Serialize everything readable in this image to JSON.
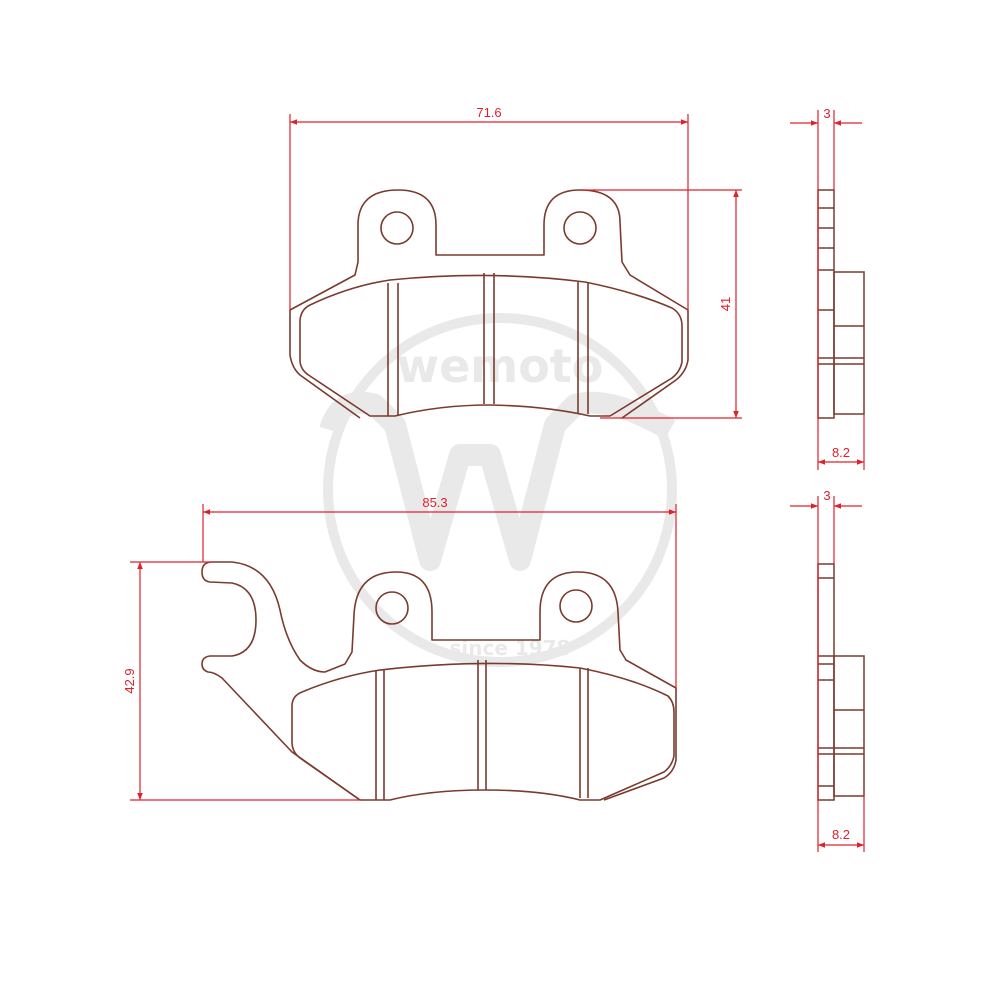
{
  "colors": {
    "outline": "#7a3b2e",
    "dimension": "#e0202a",
    "watermark": "#e9e9e9",
    "background": "#ffffff"
  },
  "watermark": {
    "brand": "wemoto",
    "since": "since 1978"
  },
  "pad_top": {
    "width_label": "71.6",
    "height_label": "41",
    "side_thickness_label": "3",
    "side_depth_label": "8.2"
  },
  "pad_bottom": {
    "width_label": "85.3",
    "height_label": "42.9",
    "side_thickness_label": "3",
    "side_depth_label": "8.2"
  }
}
